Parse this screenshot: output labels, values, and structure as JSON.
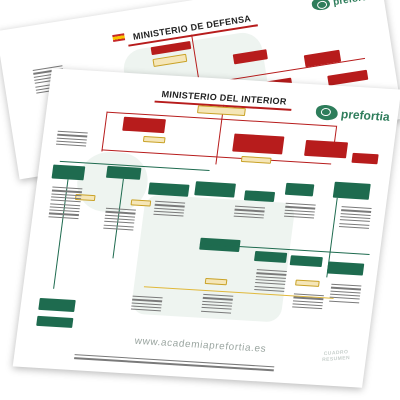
{
  "back_sheet": {
    "title": "MINISTERIO DE DEFENSA",
    "logo_text": "prefortia"
  },
  "front_sheet": {
    "title": "MINISTERIO DEL INTERIOR",
    "logo_text": "prefortia",
    "footer_url": "www.academiaprefortia.es",
    "stamp_text": "CUADRO RESUMEN"
  },
  "colors": {
    "primary_red": "#b71c1c",
    "primary_green": "#1e6b4f",
    "accent_gold": "#e0b83a",
    "flag_red": "#c62828",
    "flag_yellow": "#f9c400"
  },
  "icons": {
    "logo": "prefortia-logo-icon",
    "flag": "spain-flag-icon"
  }
}
